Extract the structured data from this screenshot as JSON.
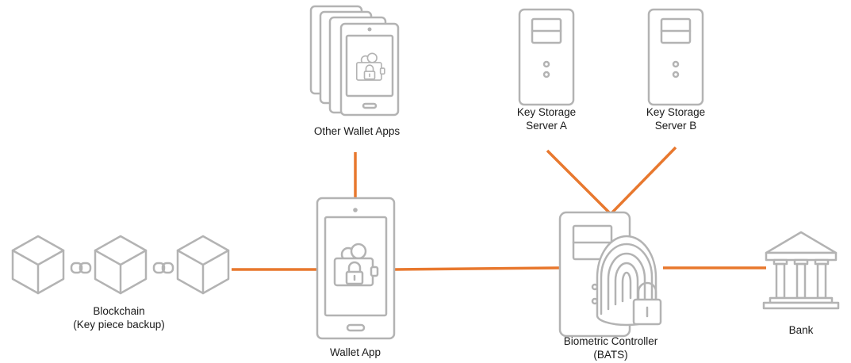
{
  "colors": {
    "connector": "#e8782e",
    "icon": "#b3b3b3",
    "text": "#1a1a1a"
  },
  "nodes": {
    "blockchain": {
      "label_line1": "Blockchain",
      "label_line2": "(Key piece backup)",
      "icon": "chained-cubes-icon"
    },
    "wallet_app": {
      "label": "Wallet App",
      "icon": "smartphone-wallet-icon"
    },
    "other_wallets": {
      "label": "Other Wallet Apps",
      "icon": "stacked-phones-icon"
    },
    "key_server_a": {
      "label_line1": "Key Storage",
      "label_line2": "Server A",
      "icon": "server-icon"
    },
    "key_server_b": {
      "label_line1": "Key Storage",
      "label_line2": "Server B",
      "icon": "server-icon"
    },
    "bats": {
      "label_line1": "Biometric Controller",
      "label_line2": "(BATS)",
      "icon": "fingerprint-server-icon"
    },
    "bank": {
      "label": "Bank",
      "icon": "bank-icon"
    }
  },
  "edges": [
    {
      "from": "blockchain",
      "to": "wallet_app"
    },
    {
      "from": "wallet_app",
      "to": "other_wallets"
    },
    {
      "from": "wallet_app",
      "to": "bats"
    },
    {
      "from": "bats",
      "to": "key_server_a"
    },
    {
      "from": "bats",
      "to": "key_server_b"
    },
    {
      "from": "bats",
      "to": "bank"
    }
  ]
}
